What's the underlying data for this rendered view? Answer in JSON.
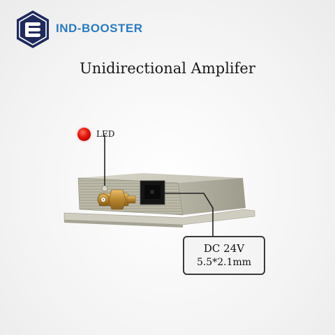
{
  "header": {
    "brand_name": "IND-BOOSTER",
    "logo_icon": "hexagon-e-logo",
    "brand_color": "#2b7bbf",
    "logo_color": "#1f2a5c"
  },
  "product": {
    "title": "Unidirectional Amplifer"
  },
  "callouts": {
    "led": {
      "label": "LED",
      "indicator_color": "#e0140a"
    },
    "power": {
      "line1": "DC 24V",
      "line2": "5.5*2.1mm"
    }
  }
}
